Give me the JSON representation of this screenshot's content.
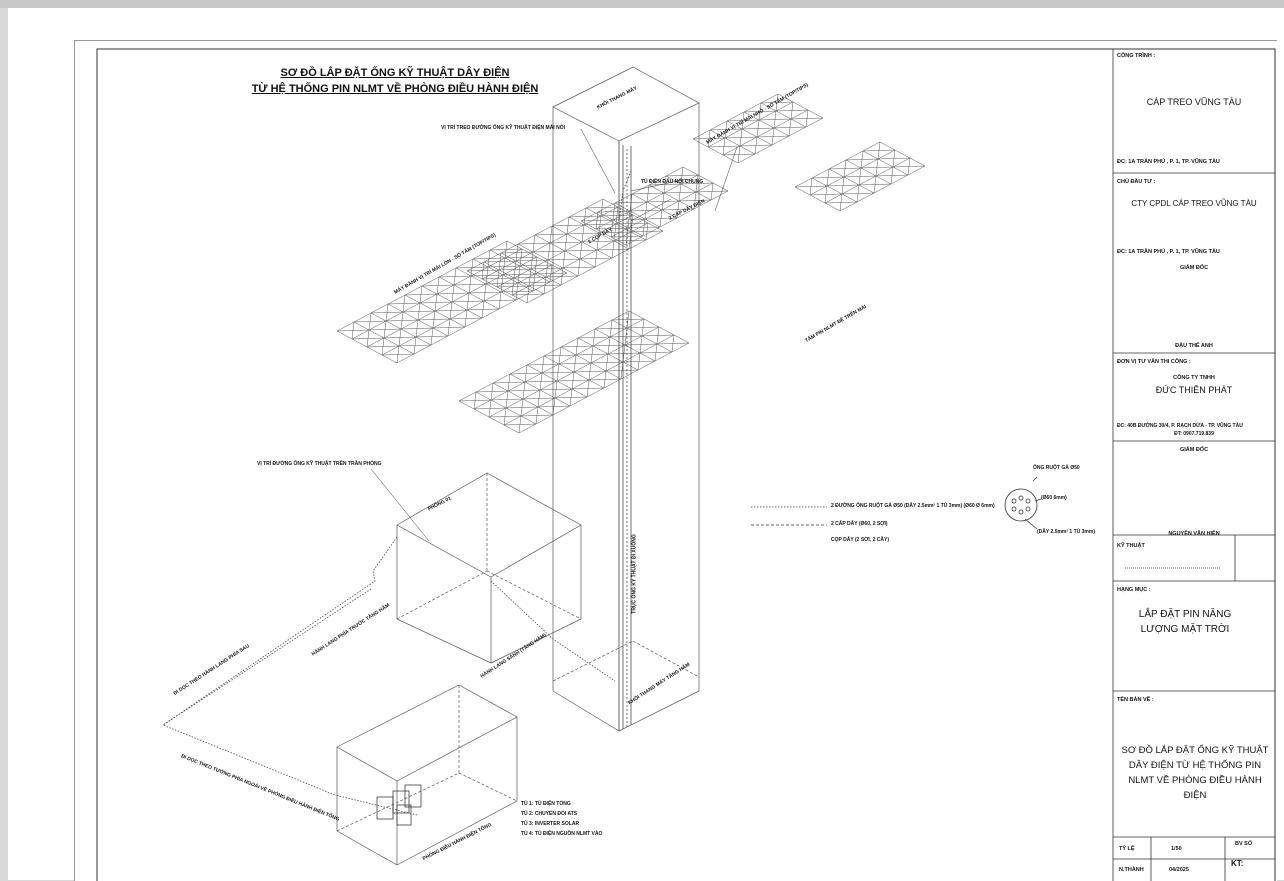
{
  "drawing": {
    "title_line1": "SƠ ĐỒ LẮP ĐẶT ỐNG KỸ THUẬT DÂY ĐIỆN",
    "title_line2": "TỪ HỆ THỐNG PIN NLMT VỀ PHÒNG ĐIỀU HÀNH ĐIỆN"
  },
  "labels": {
    "tower_top": "KHỐI THANG MÁY",
    "tower_bottom": "KHỐI THANG MÁY TẦNG HẦM",
    "pipe_position": "VỊ TRÍ TREO ĐƯỜNG ỐNG KỸ THUẬT ĐIỆN MÁI NÓI",
    "junction": "TỦ ĐIỆN ĐẤU NỐI CHUNG",
    "cable_tray_label": "2 CẤP DÂY ĐIỆN",
    "tray": "2 CỌP DÂY",
    "roof_left": "MÁY ĐÁNH VỊ TRÍ MÁI LÓN - SỐ TẤM (TOP/TIPS)",
    "roof_right": "MÁY ĐÁNH VỊ TRÍ MÁI NHỎ - SỐ TẤM (TOP/TIPS)",
    "roof_edge": "TẤM PIN NLMT ĐỀ TRÊN MÁI",
    "shaft": "TRỤC ỐNG KỸ THUẬT ĐI XUỐNG",
    "ceiling_pipe": "VỊ TRÍ ĐƯỜNG ỐNG KỸ THUẬT TRÊN TRẦN PHÒNG",
    "room_label": "PHÒNG 01",
    "corridor_1": "ĐI DỌC THEO HÀNH LANG PHÍA SAU",
    "corridor_2": "ĐI DỌC THEO TƯỜNG PHÍA NGOÀI VỀ PHÒNG ĐIỀU HÀNH ĐIỆN TỔNG",
    "corridor_3": "HÀNH LANG PHÍA TRƯỚC TẦNG HẦM",
    "corridor_4": "HÀNH LANG SẢNH (TẦNG HẦM)",
    "control_room": "PHÒNG ĐIỀU HÀNH ĐIỆN TỔNG",
    "cabinets": [
      "TỦ 1: TỦ ĐIỆN TỔNG",
      "TỦ 2: CHUYỂN ĐỔI ATS",
      "TỦ 3: INVERTER SOLAR",
      "TỦ 4: TỦ ĐIỆN NGUỒN NLMT VÀO"
    ]
  },
  "legend": {
    "line1": "2 ĐƯỜNG ỐNG RUỘT GÀ Ø50 (DÂY 2.5mm² 1 TỦ 3mm) (Ø60 Ø 6mm)",
    "line2": "2 CẤP DÂY (Ø60, 2 SỢI)",
    "line3": "CỌP DÂY (2 SỢI, 2 CÂY)",
    "pipe_title": "ỐNG RUỘT GÀ Ø50",
    "pipe_inner": "(Ø60 6mm)",
    "pipe_wire": "(DÂY 2.5mm² 1 TỦ 3mm)"
  },
  "title_block": {
    "project_label": "CÔNG TRÌNH :",
    "project_name": "CÁP TREO VŨNG TÀU",
    "address1": "ĐC: 1A TRẦN PHÚ , P. 1, TP. VŨNG TÀU",
    "owner_label": "CHỦ ĐẦU TƯ :",
    "owner_name": "CTY CPDL CÁP TREO VŨNG TÀU",
    "address2": "ĐC: 1A TRẦN PHÚ , P. 1, TP. VŨNG TÀU",
    "director_label": "GIÁM ĐỐC",
    "director_name": "ĐẬU THẾ ANH",
    "consultant_label": "ĐƠN VỊ TƯ VẤN THI CÔNG :",
    "consultant_company": "CÔNG TY TNHH",
    "consultant_name": "ĐỨC THIÊN PHÁT",
    "consultant_address": "ĐC: 40B ĐƯỜNG 30/4, P. RẠCH DỪA - TP. VŨNG TÀU",
    "consultant_phone": "ĐT: 0907.719.839",
    "director2_label": "GIÁM ĐỐC",
    "director2_name": "NGUYỄN VĂN HIỀN",
    "engineer_label": "KỸ THUẬT",
    "category_label": "HẠNG MỤC :",
    "category_name": "LẮP ĐẶT PIN NĂNG LƯỢNG MẶT TRỜI",
    "drawing_label": "TÊN BẢN VẼ :",
    "drawing_name": "SƠ ĐỒ LẮP ĐẶT ỐNG KỸ THUẬT DÂY ĐIỆN TỪ HỆ THỐNG PIN NLMT VỀ PHÒNG ĐIỀU HÀNH ĐIỆN",
    "scale_label": "TỶ LỆ",
    "scale_value": "1/50",
    "sheet_label": "BV SỐ",
    "date_label": "N.THÀNH",
    "date_value": "04/2025",
    "kt_label": "KT:"
  }
}
